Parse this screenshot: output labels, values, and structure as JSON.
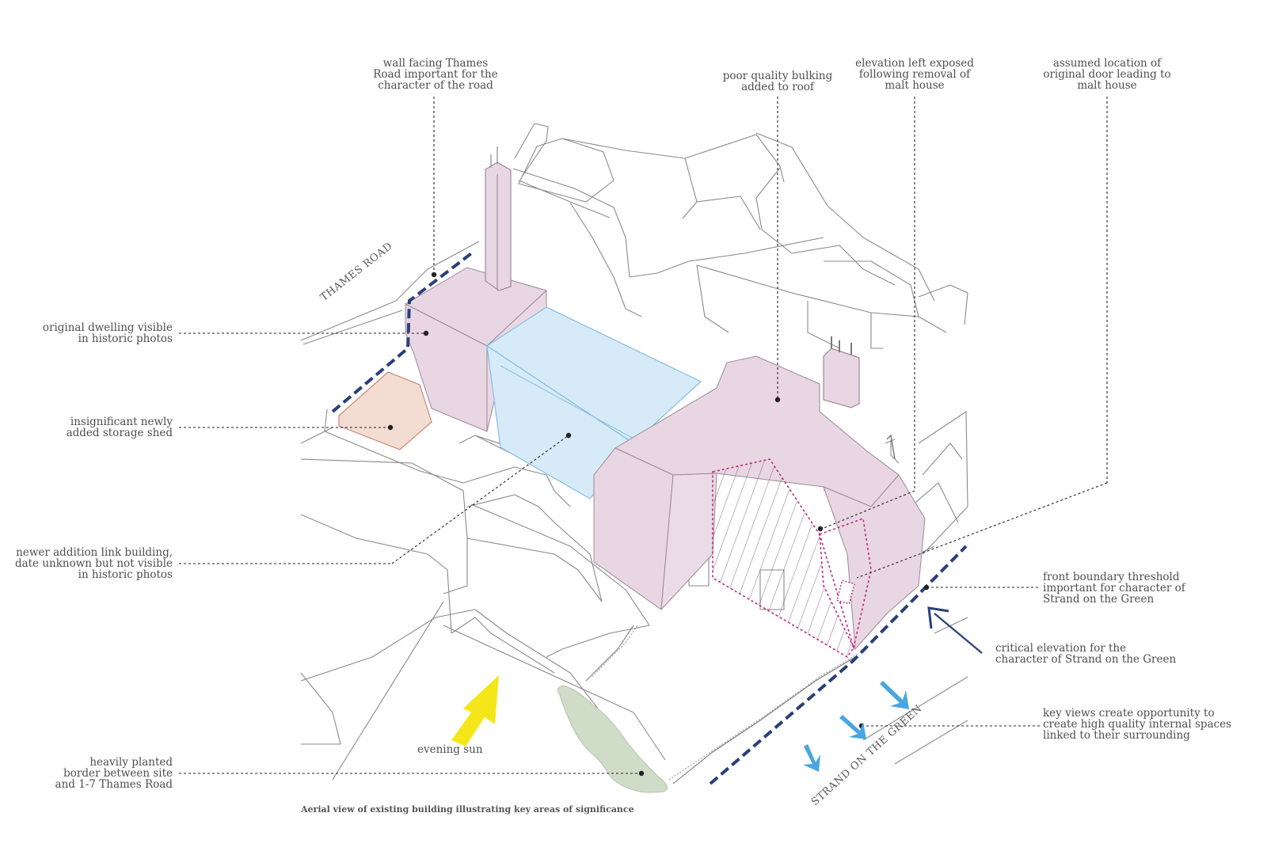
{
  "labels": {
    "wall_facing": "wall facing Thames\nRoad important for the\ncharacter of the road",
    "poor_quality": "poor quality bulking\nadded to roof",
    "elevation_exposed": "elevation left exposed\nfollowing removal of\nmalt house",
    "assumed_door": "assumed location of\noriginal door leading to\nmalt house",
    "original_dwelling": "original dwelling visible\nin historic photos",
    "storage_shed": "insignificant newly\nadded storage shed",
    "newer_addition": "newer addition link building,\ndate unknown but not visible\nin historic photos",
    "planted_border": "heavily planted\nborder between site\nand 1-7 Thames Road",
    "front_boundary": "front boundary threshold\nimportant for character of\nStrand on the Green",
    "critical_elevation": "critical elevation for the\ncharacter of Strand on the Green",
    "key_views": "key views create opportunity to\ncreate high quality internal spaces\nlinked to their surrounding",
    "evening_sun": "evening sun"
  },
  "streets": {
    "thames_road": "THAMES ROAD",
    "strand": "STRAND ON THE GREEN"
  },
  "caption": "Aerial view of existing building illustrating key areas of significance",
  "colors": {
    "pink_fill": "#e9d6e3",
    "blue_fill": "#d6ebf7",
    "shed_fill": "#f3dcd2",
    "green_fill": "#cfdcc8",
    "dark_blue": "#2a3f7a",
    "light_blue_arrow": "#4aa6e0",
    "sun_yellow": "#f5e61a",
    "magenta": "#c0287a",
    "sketch_line": "#8a8a8a"
  }
}
